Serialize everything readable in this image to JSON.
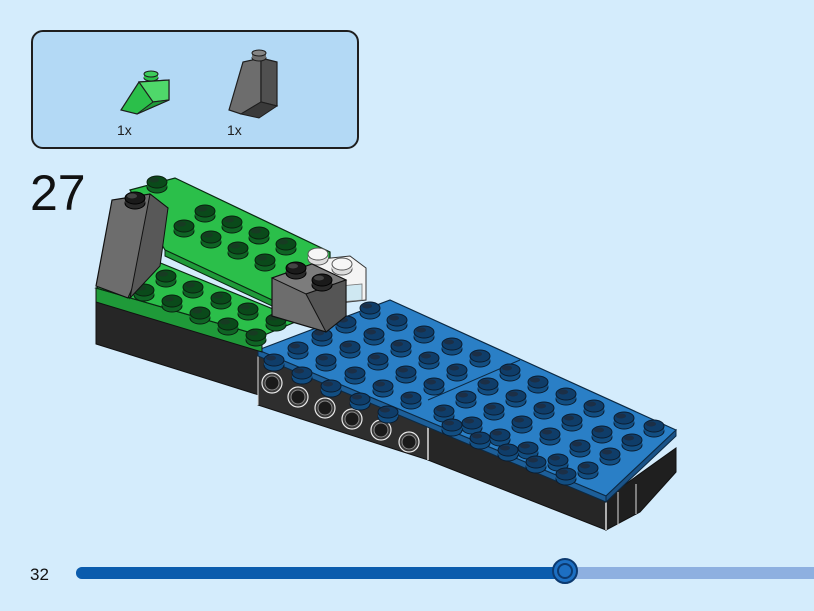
{
  "parts_list": {
    "items": [
      {
        "icon": "green-slope-brick-icon",
        "color": "#2bbf4a",
        "quantity": "1x"
      },
      {
        "icon": "dark-grey-slope-brick-icon",
        "color": "#6d6d6d",
        "quantity": "1x"
      }
    ]
  },
  "step": {
    "number": "27"
  },
  "model": {
    "icon": "build-model-illustration",
    "colors": {
      "green": "#2bbf4a",
      "blue": "#2a7fc6",
      "black": "#262626",
      "grey": "#6d6d6d",
      "white": "#f4f4f4"
    }
  },
  "footer": {
    "page_number": "32",
    "progress_percent": 66.5
  }
}
